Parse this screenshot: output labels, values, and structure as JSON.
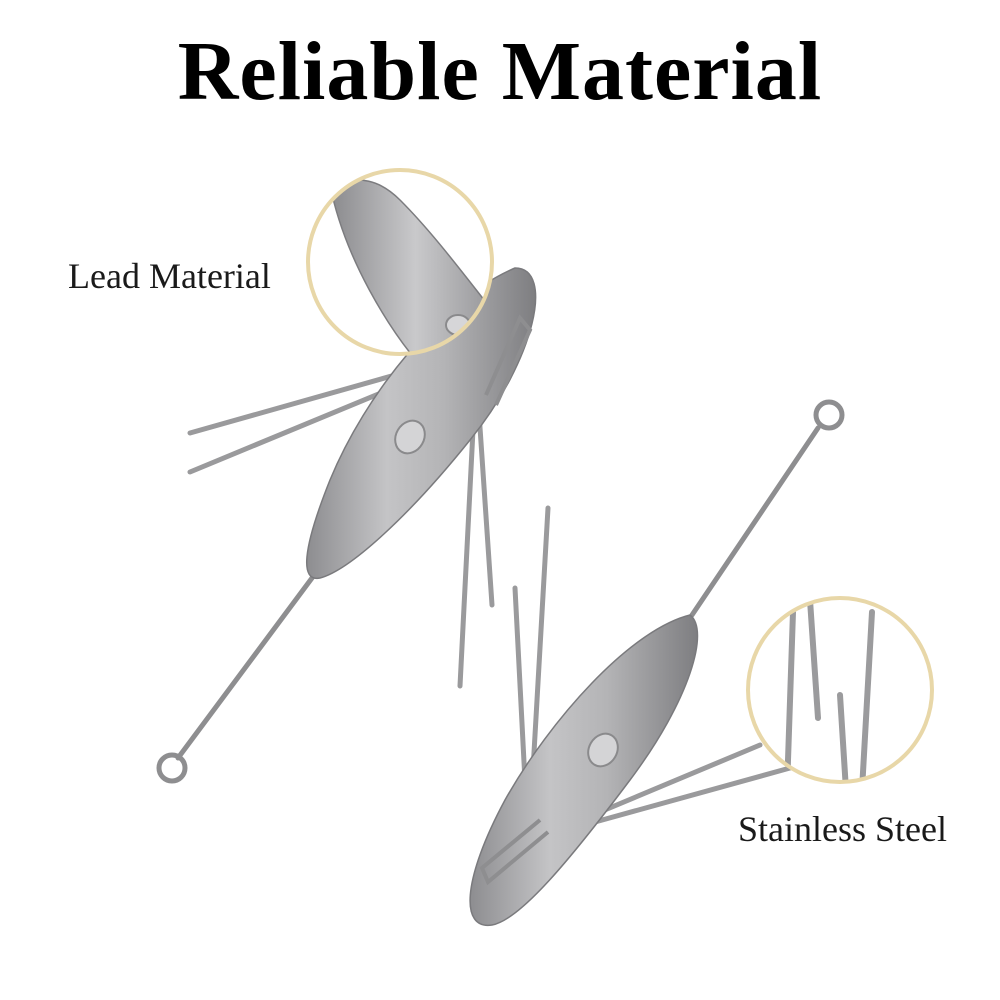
{
  "title": "Reliable Material",
  "callouts": {
    "lead": "Lead Material",
    "steel": "Stainless Steel"
  },
  "colors": {
    "ring": "#e8d7a8",
    "lead_metal": "#a9a9ab",
    "wire": "#8e8e90",
    "text": "#1a1a1a"
  }
}
